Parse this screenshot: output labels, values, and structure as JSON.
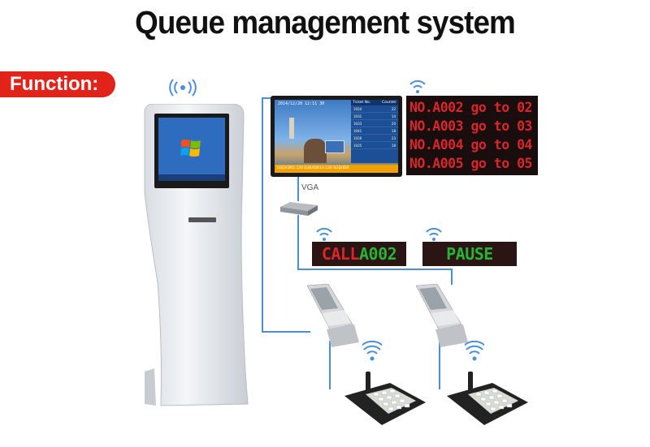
{
  "title": "Queue management system",
  "function_label": "Function:",
  "monitor": {
    "date": "2014/12/20  12:11 30",
    "table_headers": [
      "Ticket No.",
      "Counter"
    ],
    "rows": [
      [
        "1024",
        "22"
      ],
      [
        "1031",
        "14"
      ],
      [
        "1033",
        "20"
      ],
      [
        "1041",
        "18"
      ],
      [
        "1026",
        "23"
      ],
      [
        "1025",
        "18"
      ]
    ],
    "ticker": "USD/IDR5.120  EUR/IDR13.120  SGD/IDR"
  },
  "led_board": {
    "lines": [
      {
        "ticket": "NO.A002",
        "go": "go to",
        "counter": "02"
      },
      {
        "ticket": "NO.A003",
        "go": "go to",
        "counter": "03"
      },
      {
        "ticket": "NO.A004",
        "go": "go to",
        "counter": "04"
      },
      {
        "ticket": "NO.A005",
        "go": "go to",
        "counter": "05"
      }
    ]
  },
  "vga_label": "VGA",
  "counter_display_1": {
    "prefix": "CALL",
    "ticket": "A002"
  },
  "counter_display_2": {
    "text": "PAUSE"
  },
  "colors": {
    "accent_red": "#e2231a",
    "wire_blue": "#4a90d9",
    "led_red": "#d8262b",
    "led_green": "#27b432"
  },
  "icons": [
    "wifi-icon",
    "windows-logo-icon"
  ]
}
